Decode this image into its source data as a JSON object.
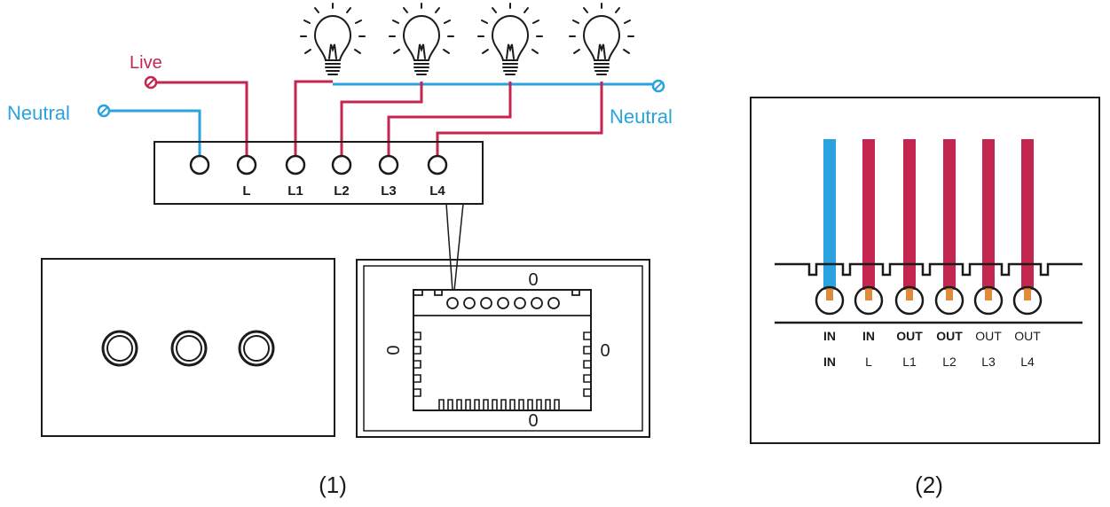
{
  "colors": {
    "neutral": "#29a3df",
    "live": "#c4264f",
    "ink": "#1b1b1b",
    "background": "#ffffff"
  },
  "figure1": {
    "caption": "(1)",
    "labels": {
      "live": "Live",
      "neutral_left": "Neutral",
      "neutral_right": "Neutral"
    },
    "terminals": [
      "",
      "L",
      "L1",
      "L2",
      "L3",
      "L4"
    ],
    "bulb_count": 4,
    "switch_button_count": 3,
    "back_plate_marks": [
      "0",
      "0",
      "0",
      "0"
    ]
  },
  "figure2": {
    "caption": "(2)",
    "terminals": [
      {
        "top": "IN",
        "bottom": "IN",
        "wire": "neutral"
      },
      {
        "top": "IN",
        "bottom": "L",
        "wire": "live"
      },
      {
        "top": "OUT",
        "bottom": "L1",
        "wire": "live"
      },
      {
        "top": "OUT",
        "bottom": "L2",
        "wire": "live"
      },
      {
        "top": "OUT",
        "bottom": "L3",
        "wire": "live"
      },
      {
        "top": "OUT",
        "bottom": "L4",
        "wire": "live"
      }
    ]
  }
}
